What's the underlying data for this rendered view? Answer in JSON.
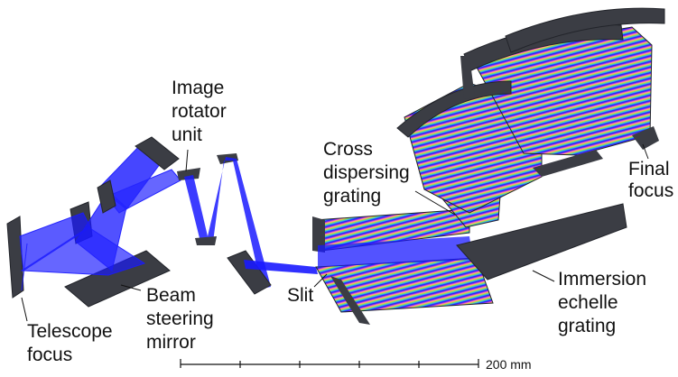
{
  "labels": {
    "image_rotator": [
      "Image",
      "rotator",
      "unit"
    ],
    "cross_dispersing": [
      "Cross",
      "dispersing",
      "grating"
    ],
    "final_focus": [
      "Final",
      "focus"
    ],
    "beam_steering": [
      "Beam",
      "steering",
      "mirror"
    ],
    "slit": "Slit",
    "telescope_focus": [
      "Telescope",
      "focus"
    ],
    "immersion_echelle": [
      "Immersion",
      "echelle",
      "grating"
    ]
  },
  "scale_bar": {
    "label": "200 mm"
  },
  "colors": {
    "beam": "#1a1aff",
    "optic": "#3b3d44",
    "optic_edge": "#22242a",
    "background": "#ffffff"
  }
}
